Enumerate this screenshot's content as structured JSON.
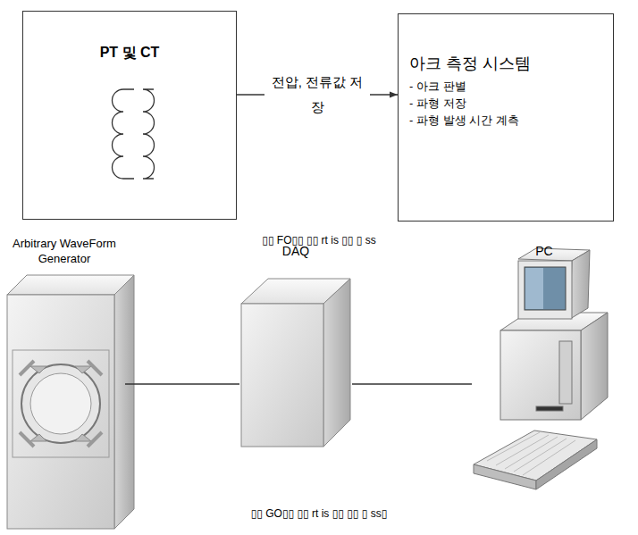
{
  "diagram": {
    "nodes": [
      {
        "text": [
          "PT 및 CT"
        ]
      },
      {
        "text": [
          "아크 측정 시스템",
          "- 아크 판별",
          "- 파형 저장",
          "- 파형 발생 시간 계측"
        ]
      },
      {
        "text": [
          "Arbitrary WaveForm Generator"
        ]
      },
      {
        "text": [
          "DAQ"
        ]
      },
      {
        "text": [
          "PC"
        ]
      }
    ],
    "edges": [
      {
        "from": 0,
        "to": 1,
        "arrow": "to",
        "label": "전압, 전류값 저장"
      },
      {
        "from": 2,
        "to": 3,
        "arrow": "none"
      },
      {
        "from": 3,
        "to": 4,
        "arrow": "none"
      }
    ],
    "labels": [
      "▯▯ FO▯▯ ▯▯ rt is ▯▯ ▯ ss",
      "▯▯ GO▯▯ ▯▯ rt is ▯▯ ▯▯ ▯ ss▯"
    ]
  }
}
